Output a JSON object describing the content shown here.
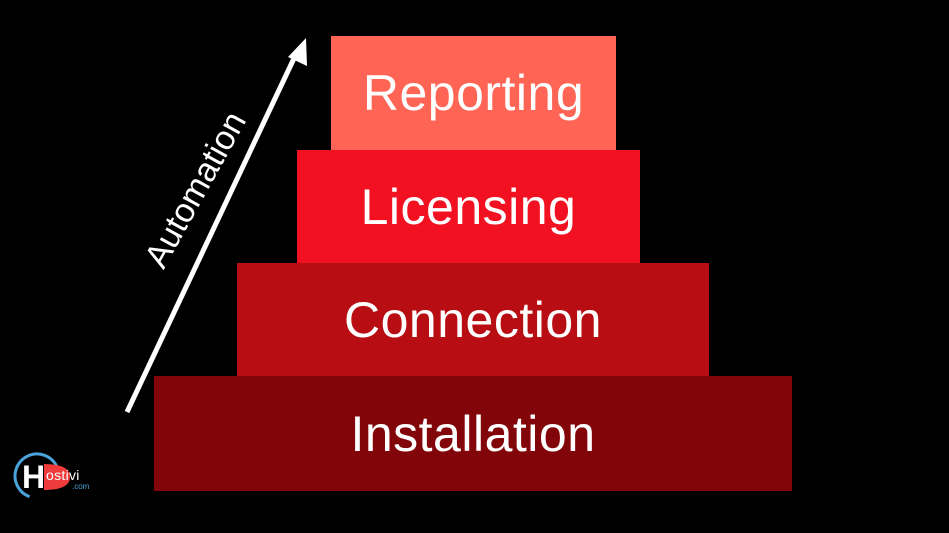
{
  "pyramid": {
    "tiers": [
      {
        "label": "Reporting",
        "color": "#ff6455"
      },
      {
        "label": "Licensing",
        "color": "#f21120"
      },
      {
        "label": "Connection",
        "color": "#b80d12"
      },
      {
        "label": "Installation",
        "color": "#820609"
      }
    ]
  },
  "arrow": {
    "label": "Automation",
    "color": "#ffffff"
  },
  "logo": {
    "text": "ostivi",
    "sub": ".com",
    "ring_color": "#4aa3d9",
    "accent_color": "#ef3b3b"
  }
}
